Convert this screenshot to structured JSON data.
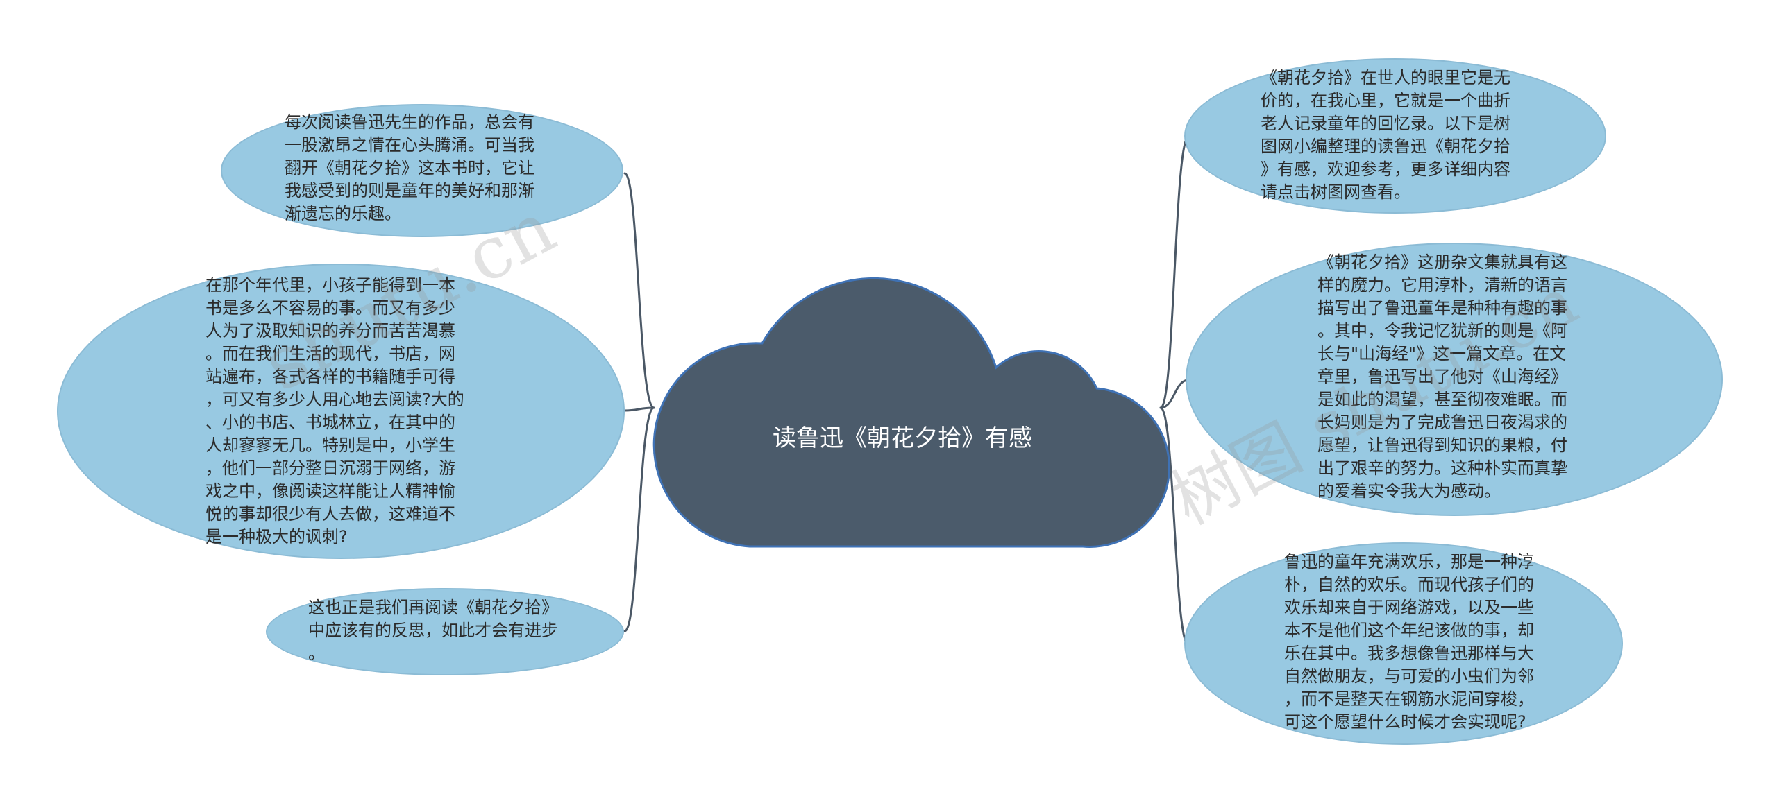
{
  "center": {
    "title": "读鲁迅《朝花夕拾》有感"
  },
  "left_nodes": [
    {
      "text": "每次阅读鲁迅先生的作品，总会有\n一股激昂之情在心头腾涌。可当我\n翻开《朝花夕拾》这本书时，它让\n我感受到的则是童年的美好和那渐\n渐遗忘的乐趣。"
    },
    {
      "text": "在那个年代里，小孩子能得到一本\n书是多么不容易的事。而又有多少\n人为了汲取知识的养分而苦苦渴慕\n。而在我们生活的现代，书店，网\n站遍布，各式各样的书籍随手可得\n，可又有多少人用心地去阅读?大的\n、小的书店、书城林立，在其中的\n人却寥寥无几。特别是中，小学生\n，他们一部分整日沉溺于网络，游\n戏之中，像阅读这样能让人精神愉\n悦的事却很少有人去做，这难道不\n是一种极大的讽刺?"
    },
    {
      "text": "这也正是我们再阅读《朝花夕拾》\n中应该有的反思，如此才会有进步\n。"
    }
  ],
  "right_nodes": [
    {
      "text": "《朝花夕拾》在世人的眼里它是无\n价的，在我心里，它就是一个曲折\n老人记录童年的回忆录。以下是树\n图网小编整理的读鲁迅《朝花夕拾\n》有感，欢迎参考，更多详细内容\n请点击树图网查看。"
    },
    {
      "text": "《朝花夕拾》这册杂文集就具有这\n样的魔力。它用淳朴，清新的语言\n描写出了鲁迅童年是种种有趣的事\n。其中，令我记忆犹新的则是《阿\n长与\"山海经\"》这一篇文章。在文\n章里，鲁迅写出了他对《山海经》\n是如此的渴望，甚至彻夜难眠。而\n长妈则是为了完成鲁迅日夜渴求的\n愿望，让鲁迅得到知识的果粮，付\n出了艰辛的努力。这种朴实而真挚\n的爱着实令我大为感动。"
    },
    {
      "text": "鲁迅的童年充满欢乐，那是一种淳\n朴，自然的欢乐。而现代孩子们的\n欢乐却来自于网络游戏，以及一些\n本不是他们这个年纪该做的事，却\n乐在其中。我多想像鲁迅那样与大\n自然做朋友，与可爱的小虫们为邻\n，而不是整天在钢筋水泥间穿梭，\n可这个愿望什么时候才会实现呢?"
    }
  ],
  "watermarks": [
    {
      "text": "shutu.cn"
    },
    {
      "text": "树图 shutu.cn"
    }
  ],
  "colors": {
    "cloud_fill": "#4b5b6b",
    "cloud_stroke": "#3f72b5",
    "bubble_fill": "#98c9e2",
    "connector": "#4b5866"
  }
}
